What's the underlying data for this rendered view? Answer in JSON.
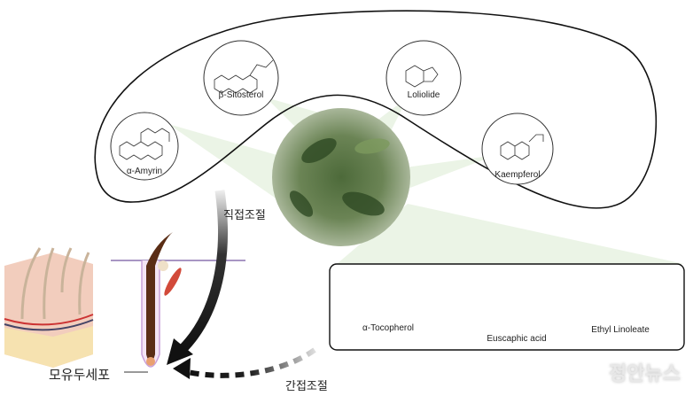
{
  "compounds_blob": [
    {
      "name": "α-Amyrin"
    },
    {
      "name": "β-Sitosterol"
    },
    {
      "name": "Loliolide"
    },
    {
      "name": "Kaempferol"
    }
  ],
  "compounds_box": [
    {
      "name": "α-Tocopherol"
    },
    {
      "name": "Euscaphic acid"
    },
    {
      "name": "Ethyl Linoleate"
    }
  ],
  "arrows": {
    "direct": "직접조절",
    "indirect": "간접조절"
  },
  "target_cell": "모유두세포",
  "watermark": "정안뉴스",
  "colors": {
    "outline": "#111111",
    "leaf_green": "#5f7a4a",
    "connector": "#cfe6c4"
  }
}
